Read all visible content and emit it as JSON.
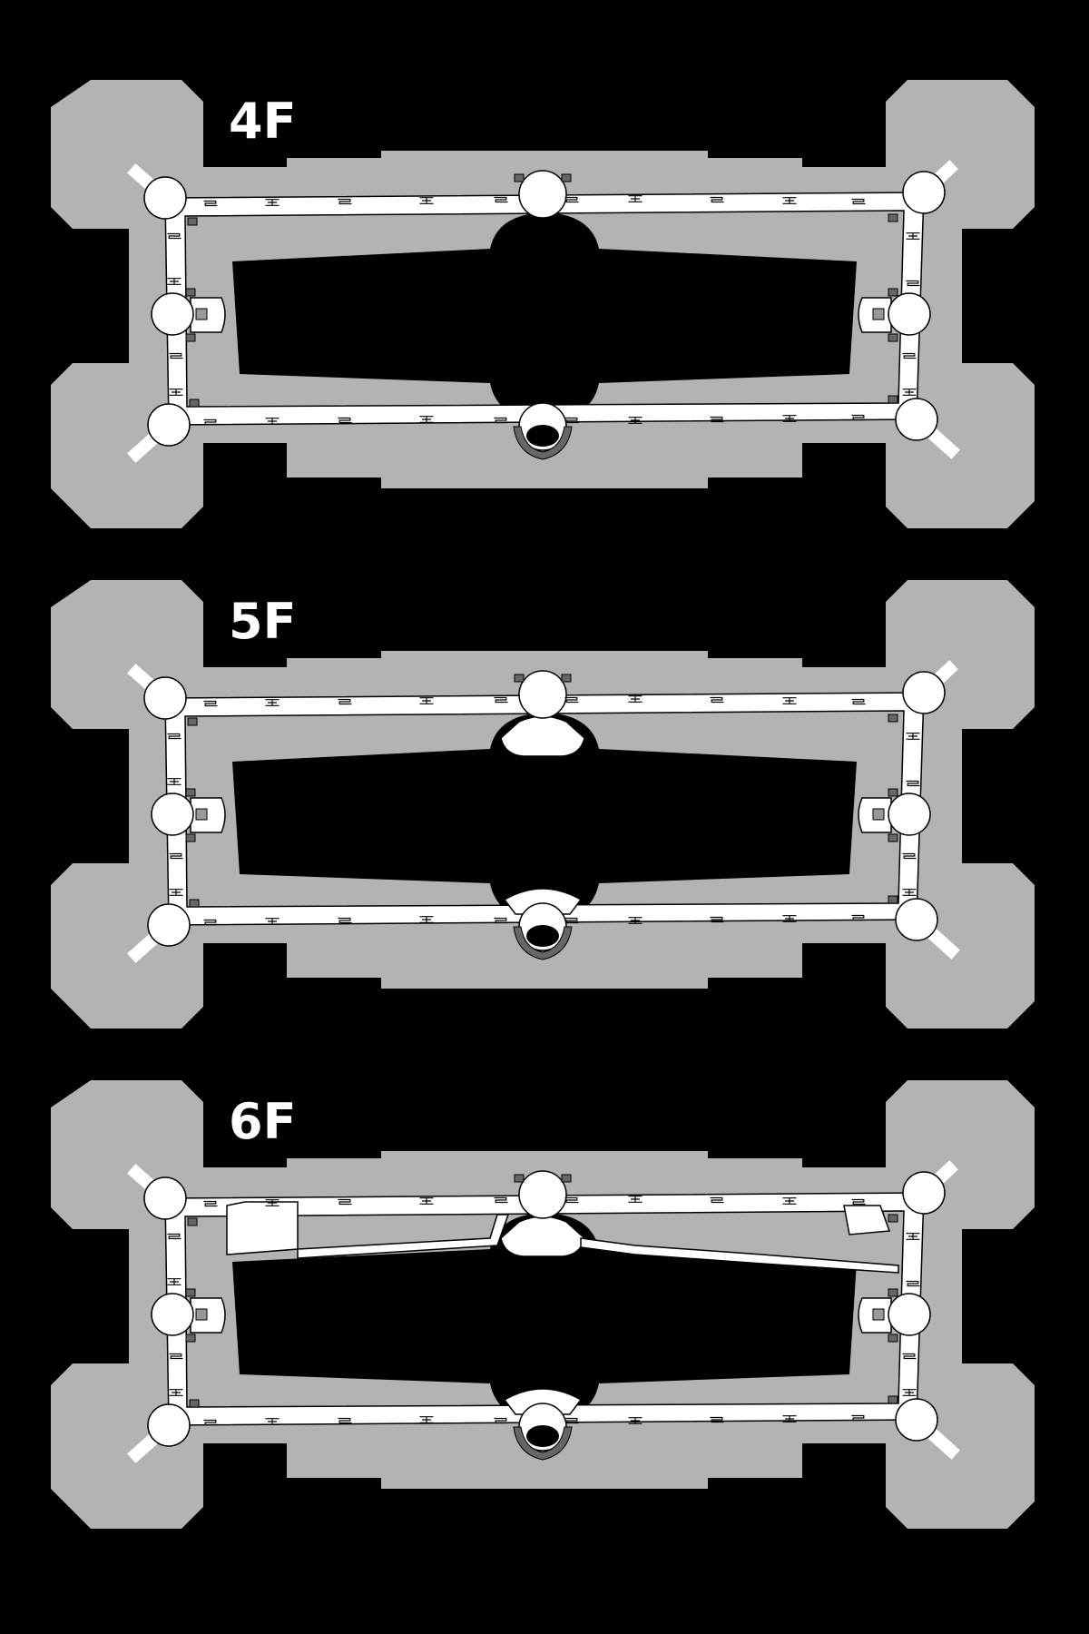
{
  "map": {
    "colors": {
      "background": "#000000",
      "building": "#b3b3b3",
      "corridor": "#ffffff",
      "door": "#666666"
    },
    "floors": [
      {
        "label": "4F",
        "variant": "standard"
      },
      {
        "label": "5F",
        "variant": "lobbies"
      },
      {
        "label": "6F",
        "variant": "extension"
      }
    ]
  }
}
